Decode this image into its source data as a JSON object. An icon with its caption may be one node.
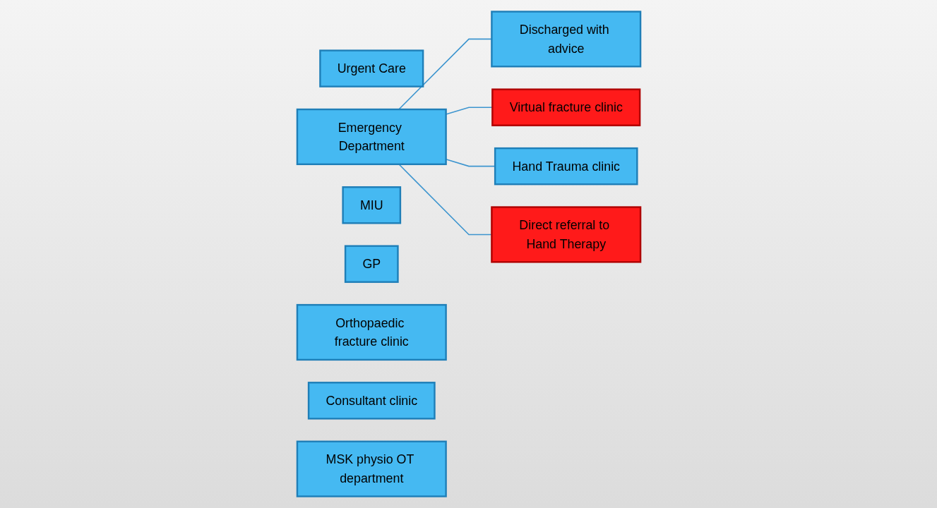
{
  "diagram": {
    "nodes": [
      {
        "text": [
          "Urgent Care"
        ]
      },
      {
        "text": [
          "Emergency Department"
        ]
      },
      {
        "text": [
          "MIU"
        ]
      },
      {
        "text": [
          "GP"
        ]
      },
      {
        "text": [
          "Discharged with advice"
        ]
      },
      {
        "text": [
          "Virtual fracture clinic"
        ]
      },
      {
        "text": [
          "Hand Trauma clinic"
        ]
      },
      {
        "text": [
          "Direct referral to Hand Therapy"
        ]
      },
      {
        "text": [
          "Orthopaedic fracture clinic"
        ]
      },
      {
        "text": [
          "Consultant clinic"
        ]
      },
      {
        "text": [
          "MSK physio OT department"
        ]
      }
    ],
    "edges": [
      {
        "from": 1,
        "to": 4,
        "arrow": "none"
      },
      {
        "from": 1,
        "to": 5,
        "arrow": "none"
      },
      {
        "from": 1,
        "to": 6,
        "arrow": "none"
      },
      {
        "from": 1,
        "to": 7,
        "arrow": "none"
      }
    ]
  }
}
